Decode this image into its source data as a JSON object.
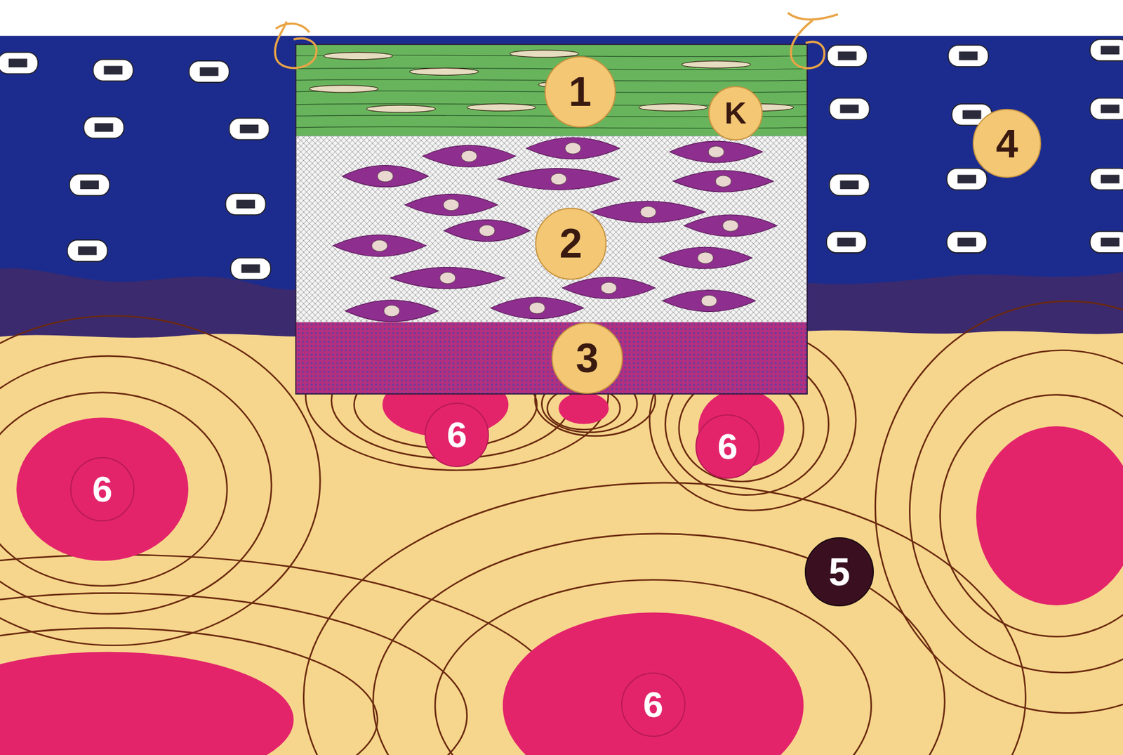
{
  "diagram": {
    "labels": [
      "1",
      "K",
      "4",
      "2",
      "3",
      "6",
      "6",
      "6",
      "5",
      "6"
    ]
  }
}
